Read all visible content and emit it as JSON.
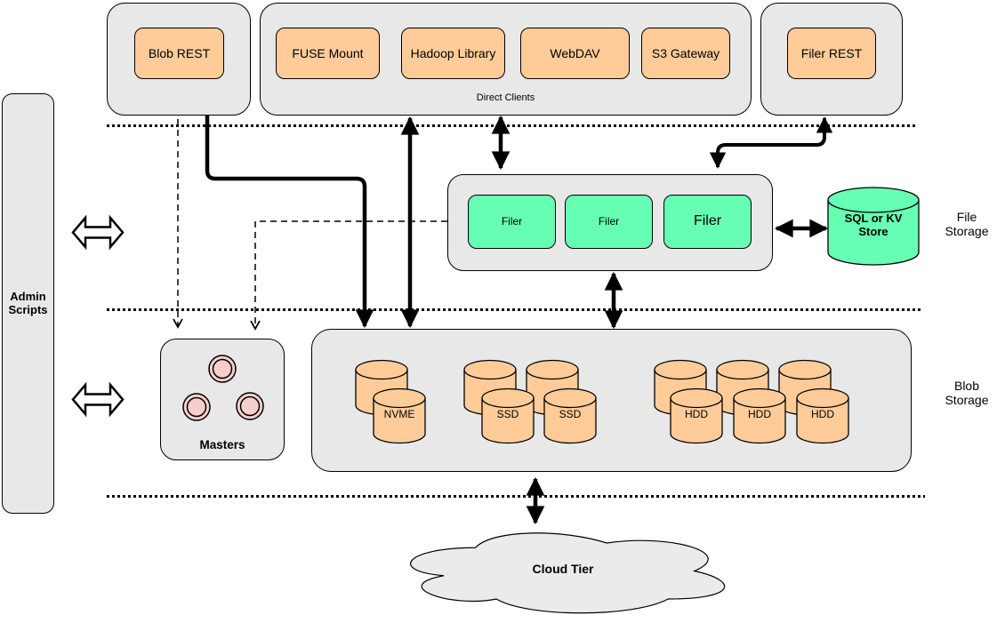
{
  "colors": {
    "container_grey": "#e8e8e8",
    "cloud_grey": "#ebebeb",
    "box_orange": "#ffcc99",
    "box_green": "#66ffb3",
    "node_pink": "#f6cece",
    "line_black": "#000000"
  },
  "top_row": {
    "blob_rest_label": "Blob REST",
    "direct_clients_caption": "Direct Clients",
    "clients": {
      "fuse_mount": "FUSE Mount",
      "hadoop_library": "Hadoop Library",
      "webdav": "WebDAV",
      "s3_gateway": "S3 Gateway"
    },
    "filer_rest_label": "Filer REST"
  },
  "left_rail": {
    "admin_scripts_label": "Admin Scripts"
  },
  "file_storage_tier": {
    "filers": {
      "filer_1": "Filer",
      "filer_2": "Filer",
      "filer_3": "Filer"
    },
    "metadata_store_label": "SQL or KV Store",
    "tier_label": "File Storage"
  },
  "blob_storage_tier": {
    "masters_label": "Masters",
    "disks": {
      "nvme": "NVME",
      "ssd_1": "SSD",
      "ssd_2": "SSD",
      "hdd_1": "HDD",
      "hdd_2": "HDD",
      "hdd_3": "HDD"
    },
    "tier_label": "Blob Storage"
  },
  "cloud_tier": {
    "label": "Cloud Tier"
  }
}
